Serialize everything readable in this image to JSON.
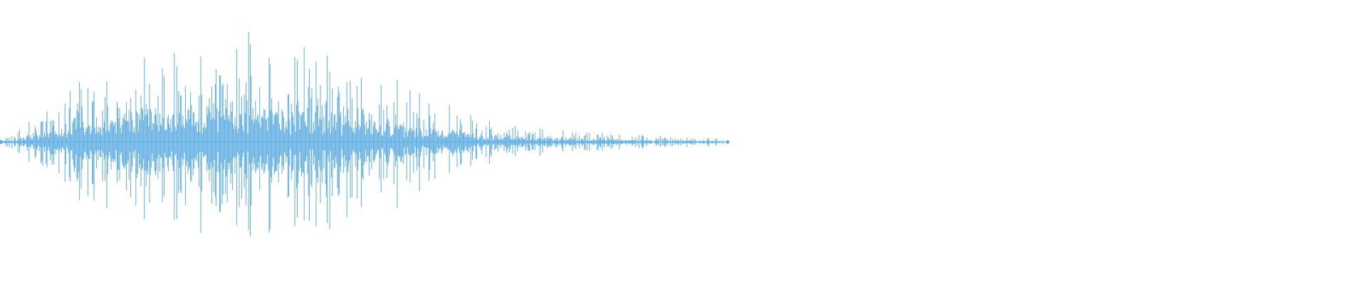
{
  "waveform": {
    "color": "#5dade2",
    "background": "#ffffff",
    "shape": "burst-with-decaying-tail",
    "channels": 1,
    "peak_amplitude_fraction": 0.84,
    "active_duration_fraction_of_track": 0.53,
    "envelope": [
      {
        "t": 0.0,
        "amp": 0.03
      },
      {
        "t": 0.025,
        "amp": 0.08
      },
      {
        "t": 0.05,
        "amp": 0.22
      },
      {
        "t": 0.1,
        "amp": 0.45
      },
      {
        "t": 0.15,
        "amp": 0.62
      },
      {
        "t": 0.2,
        "amp": 0.78
      },
      {
        "t": 0.25,
        "amp": 0.82
      },
      {
        "t": 0.3,
        "amp": 0.84
      },
      {
        "t": 0.35,
        "amp": 0.8
      },
      {
        "t": 0.42,
        "amp": 0.72
      },
      {
        "t": 0.5,
        "amp": 0.6
      },
      {
        "t": 0.57,
        "amp": 0.4
      },
      {
        "t": 0.65,
        "amp": 0.22
      },
      {
        "t": 0.72,
        "amp": 0.13
      },
      {
        "t": 0.8,
        "amp": 0.08
      },
      {
        "t": 0.9,
        "amp": 0.05
      },
      {
        "t": 1.0,
        "amp": 0.03
      }
    ]
  }
}
